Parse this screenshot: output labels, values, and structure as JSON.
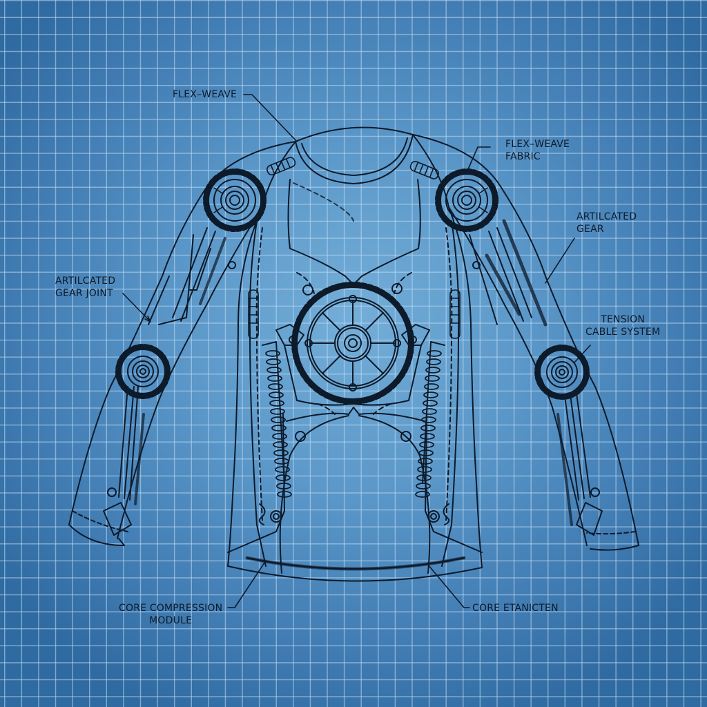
{
  "diagram": {
    "title": "Mechanical exosuit long-sleeve shirt blueprint",
    "style": {
      "background_center": "#74aed8",
      "background_edge": "#2f6aa0",
      "grid_line": "#bedcf5",
      "ink": "#0d1a2a"
    },
    "labels": [
      {
        "id": "flex-weave",
        "lines": [
          "FLEX–WEAVE"
        ]
      },
      {
        "id": "flex-weave-fabric",
        "lines": [
          "FLEX–WEAVE",
          "FABRIC"
        ]
      },
      {
        "id": "articulated-gear",
        "lines": [
          "ARTILCATED",
          "GEAR"
        ]
      },
      {
        "id": "articulated-gear-joint",
        "lines": [
          "ARTILCATED",
          "GEAR JOINT"
        ]
      },
      {
        "id": "tension-cable-system",
        "lines": [
          "TENSION",
          "CABLE SYSTEM"
        ]
      },
      {
        "id": "core-compression-module",
        "lines": [
          "CORE COMPRESSION",
          "MODULE"
        ]
      },
      {
        "id": "core-etanicten",
        "lines": [
          "CORE ETANICTEN"
        ]
      }
    ],
    "components": [
      "central-chest-gear",
      "left-shoulder-gear",
      "right-shoulder-gear",
      "left-elbow-gear",
      "right-elbow-gear",
      "left-spring-stack",
      "right-spring-stack",
      "hem-seam"
    ]
  }
}
